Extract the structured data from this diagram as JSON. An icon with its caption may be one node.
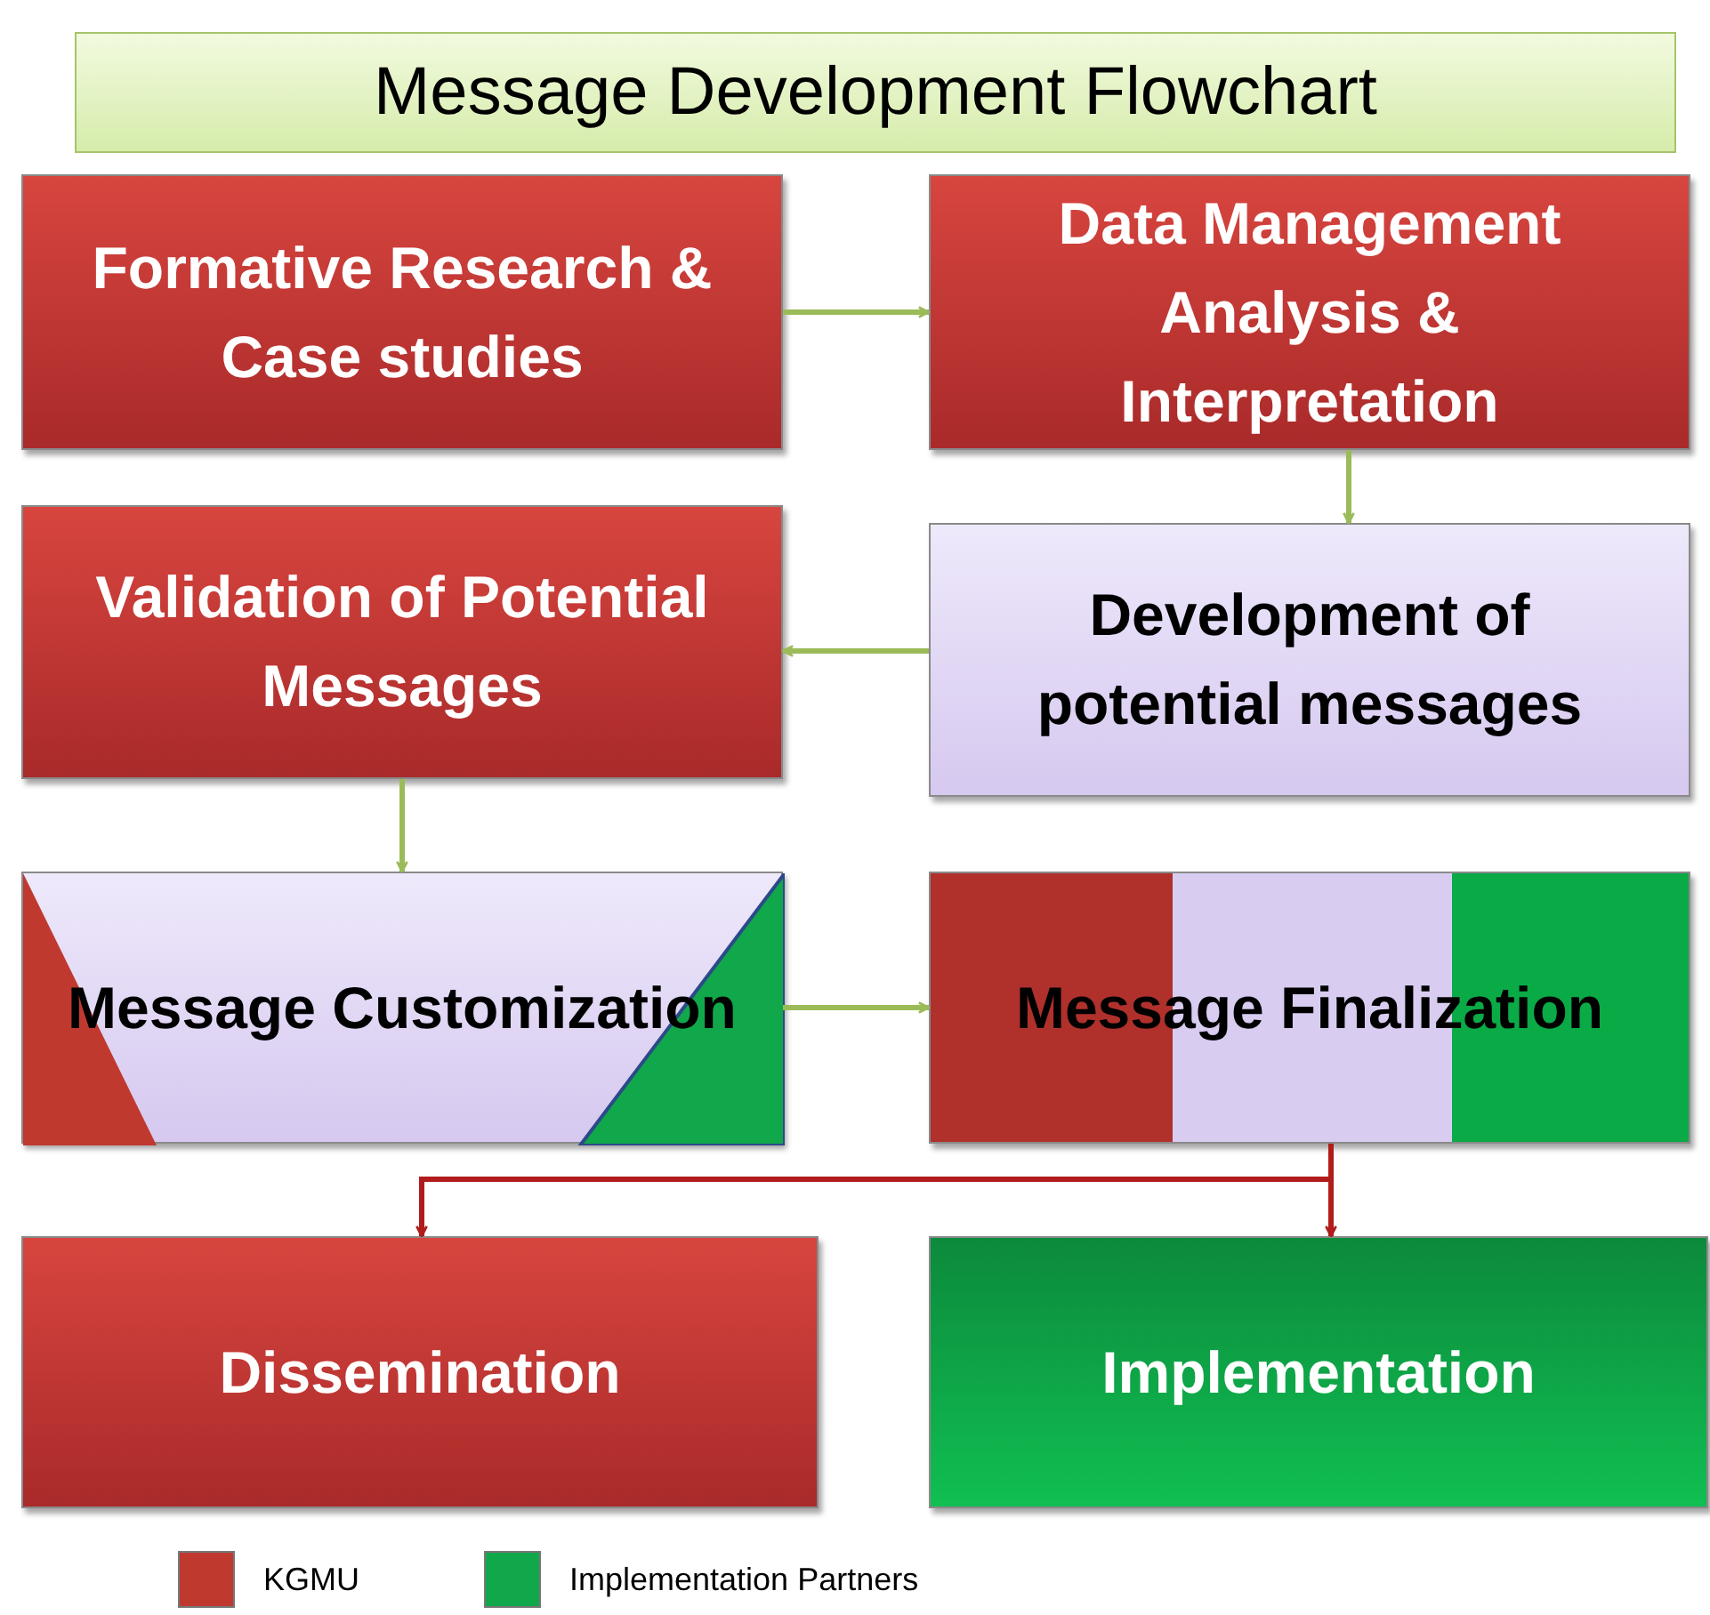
{
  "diagram": {
    "title": "Message Development Flowchart",
    "nodes": [
      {
        "text": [
          "Formative Research & Case studies"
        ]
      },
      {
        "text": [
          "Data Management Analysis & Interpretation"
        ]
      },
      {
        "text": [
          "Validation of Potential Messages"
        ]
      },
      {
        "text": [
          "Development of potential messages"
        ]
      },
      {
        "text": [
          "Message Customization"
        ]
      },
      {
        "text": [
          "Message Finalization"
        ]
      },
      {
        "text": [
          "Dissemination"
        ]
      },
      {
        "text": [
          "Implementation"
        ]
      }
    ],
    "edges": [
      {
        "from": 0,
        "to": 1,
        "arrow": "to"
      },
      {
        "from": 1,
        "to": 3,
        "arrow": "to"
      },
      {
        "from": 3,
        "to": 2,
        "arrow": "to"
      },
      {
        "from": 2,
        "to": 4,
        "arrow": "to"
      },
      {
        "from": 4,
        "to": 5,
        "arrow": "to"
      },
      {
        "from": 5,
        "to": 6,
        "arrow": "to",
        "color": "#b01c1c"
      },
      {
        "from": 5,
        "to": 7,
        "arrow": "to",
        "color": "#b01c1c"
      }
    ],
    "legend": [
      {
        "text": "KGMU",
        "color": "#c0392f"
      },
      {
        "text": "Implementation Partners",
        "color": "#10a84a"
      }
    ]
  }
}
